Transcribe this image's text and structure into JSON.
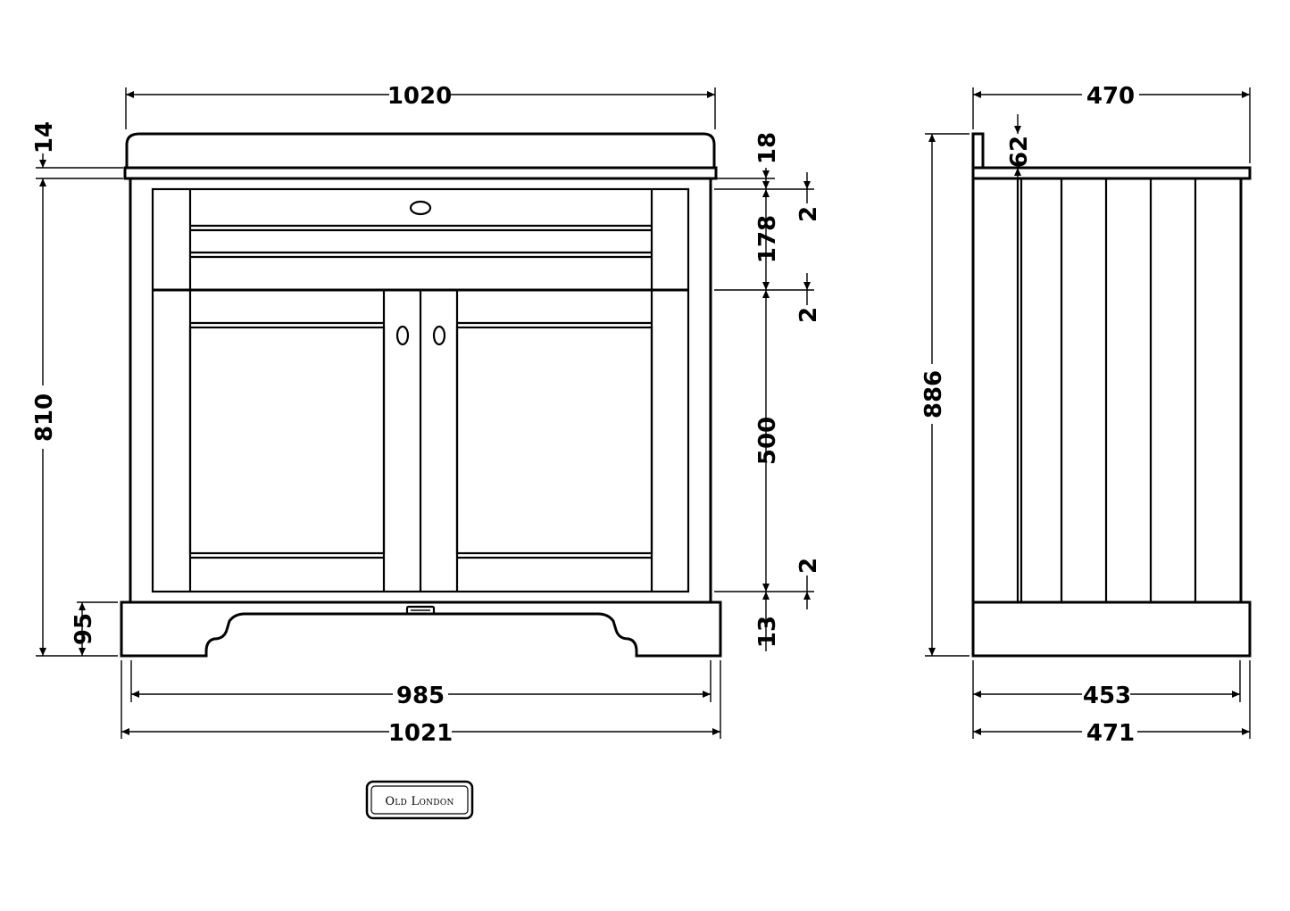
{
  "front_view": {
    "overall_top_width": "1020",
    "top_thickness": "14",
    "carcass_height": "810",
    "plinth_height": "95",
    "carcass_width": "985",
    "plinth_width": "1021",
    "top_to_drawer_gap": "18",
    "gap_a": "2",
    "drawer_height": "178",
    "gap_b": "2",
    "door_height": "500",
    "gap_c": "2",
    "door_to_plinth": "13"
  },
  "side_view": {
    "top_depth": "470",
    "upstand_height": "62",
    "overall_height": "886",
    "carcass_depth": "453",
    "plinth_depth": "471"
  },
  "brand": {
    "name": "Old London"
  }
}
